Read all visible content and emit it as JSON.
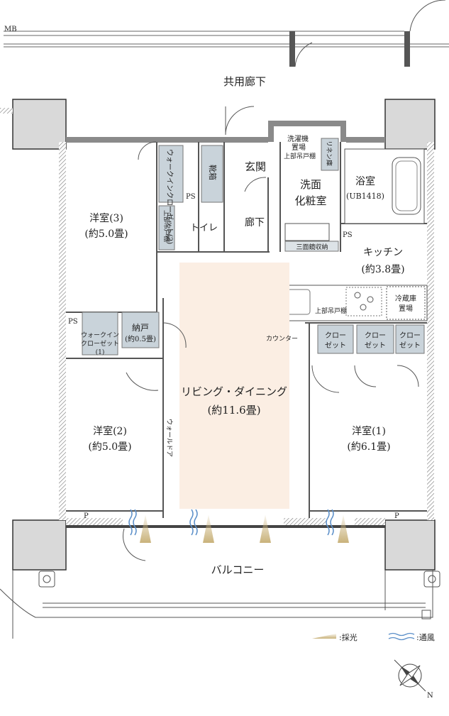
{
  "labels": {
    "mb": "MB",
    "common_corridor": "共用廊下",
    "western3": "洋室(3)",
    "western3_size": "(約5.0畳)",
    "walkin_closet2": "ウォークインクローゼット(2)",
    "ps": "PS",
    "upper_cabinet": "上部吊戸棚",
    "toilet": "トイレ",
    "shoe_cabinet": "靴箱",
    "entrance": "玄関",
    "hallway": "廊下",
    "washer_space_1": "洗濯機",
    "washer_space_2": "置場",
    "washer_upper": "上部吊戸棚",
    "linen": "リネン庫",
    "washroom_1": "洗面",
    "washroom_2": "化粧室",
    "bath": "浴室",
    "bath_unit": "(UB1418)",
    "mirror_storage": "三面鏡収納",
    "kitchen": "キッチン",
    "kitchen_size": "(約3.8畳)",
    "fridge_1": "冷蔵庫",
    "fridge_2": "置場",
    "kitchen_upper": "上部吊戸棚",
    "counter": "カウンター",
    "walkin_closet1_1": "ウォークイン",
    "walkin_closet1_2": "クローゼット",
    "walkin_closet1_3": "(1)",
    "storage": "納戸",
    "storage_size": "(約0.5畳)",
    "closet_1": "クロー",
    "closet_2": "ゼット",
    "living": "リビング・ダイニング",
    "living_size": "(約11.6畳)",
    "wall_door": "ウォールドア",
    "western2": "洋室(2)",
    "western2_size": "(約5.0畳)",
    "western1": "洋室(1)",
    "western1_size": "(約6.1畳)",
    "p": "P",
    "balcony": "バルコニー",
    "legend_light": ":採光",
    "legend_wind": ":通風",
    "compass_n": "N"
  },
  "colors": {
    "living_floor": "#fbeee3",
    "closet_fill": "#c9d3da",
    "wall": "#8a8a8a",
    "light_marker": "#c9b27a",
    "wind_marker": "#5b8fc9"
  }
}
